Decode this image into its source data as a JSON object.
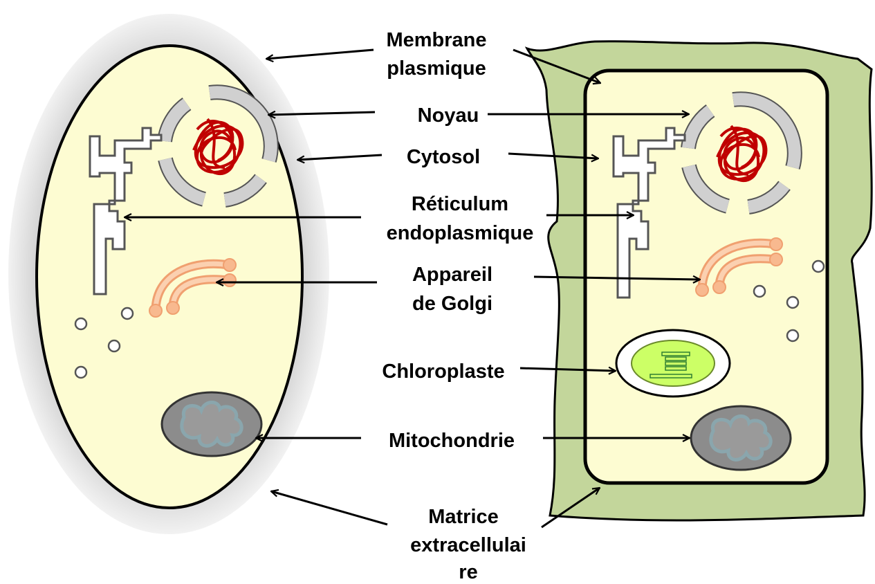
{
  "labels": {
    "membrane_line1": "Membrane",
    "membrane_line2": "plasmique",
    "noyau": "Noyau",
    "cytosol": "Cytosol",
    "reticulum_line1": "Réticulum",
    "reticulum_line2": "endoplasmique",
    "appareil_line1": "Appareil",
    "appareil_line2": "de Golgi",
    "chloroplaste": "Chloroplaste",
    "mitochondrie": "Mitochondrie",
    "matrice_line1": "Matrice",
    "matrice_line2": "extracellulai",
    "matrice_line3": "re"
  },
  "colors": {
    "cytoplasm": "#fdfcd2",
    "extracellular_matrix_animal": "#d9d9d9",
    "cell_wall_plant": "#c3d69b",
    "membrane": "#000000",
    "dna": "#c00000",
    "nuclear_envelope": "#d0d0d0",
    "golgi": "#f8b98f",
    "chloroplast": "#ccff66",
    "mitochondrion": "#8c8c8c",
    "mitochondrion_inner": "#8aa6ad"
  }
}
